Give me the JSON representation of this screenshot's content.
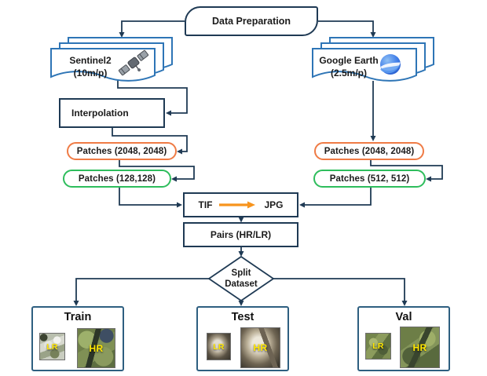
{
  "palette": {
    "line": "#1F3A54",
    "doc_blue": "#2E75B6",
    "patch_orange": "#EF7B45",
    "patch_green": "#2EBD5C",
    "convert_arrow_orange": "#F7941D",
    "thumb_label_yellow": "#FFE600"
  },
  "nodes": {
    "data_preparation": {
      "label": "Data Preparation"
    },
    "sentinel2": {
      "line1": "Sentinel2",
      "line2": "(10m/p)",
      "icon": "satellite-icon"
    },
    "google_earth": {
      "line1": "Google Earth",
      "line2": "(2.5m/p)",
      "icon": "globe-icon"
    },
    "interpolation": {
      "label": "Interpolation",
      "icon": "gear-icon"
    },
    "patches_left_large": {
      "label": "Patches (2048, 2048)"
    },
    "patches_left_small": {
      "label": "Patches (128,128)"
    },
    "patches_right_large": {
      "label": "Patches (2048, 2048)"
    },
    "patches_right_small": {
      "label": "Patches (512, 512)"
    },
    "conversion": {
      "from": "TIF",
      "to": "JPG"
    },
    "pairs": {
      "label": "Pairs (HR/LR)"
    },
    "split": {
      "line1": "Split",
      "line2": "Dataset"
    },
    "train": {
      "title": "Train",
      "lr": "LR",
      "hr": "HR"
    },
    "test": {
      "title": "Test",
      "lr": "LR",
      "hr": "HR"
    },
    "val": {
      "title": "Val",
      "lr": "LR",
      "hr": "HR"
    }
  }
}
